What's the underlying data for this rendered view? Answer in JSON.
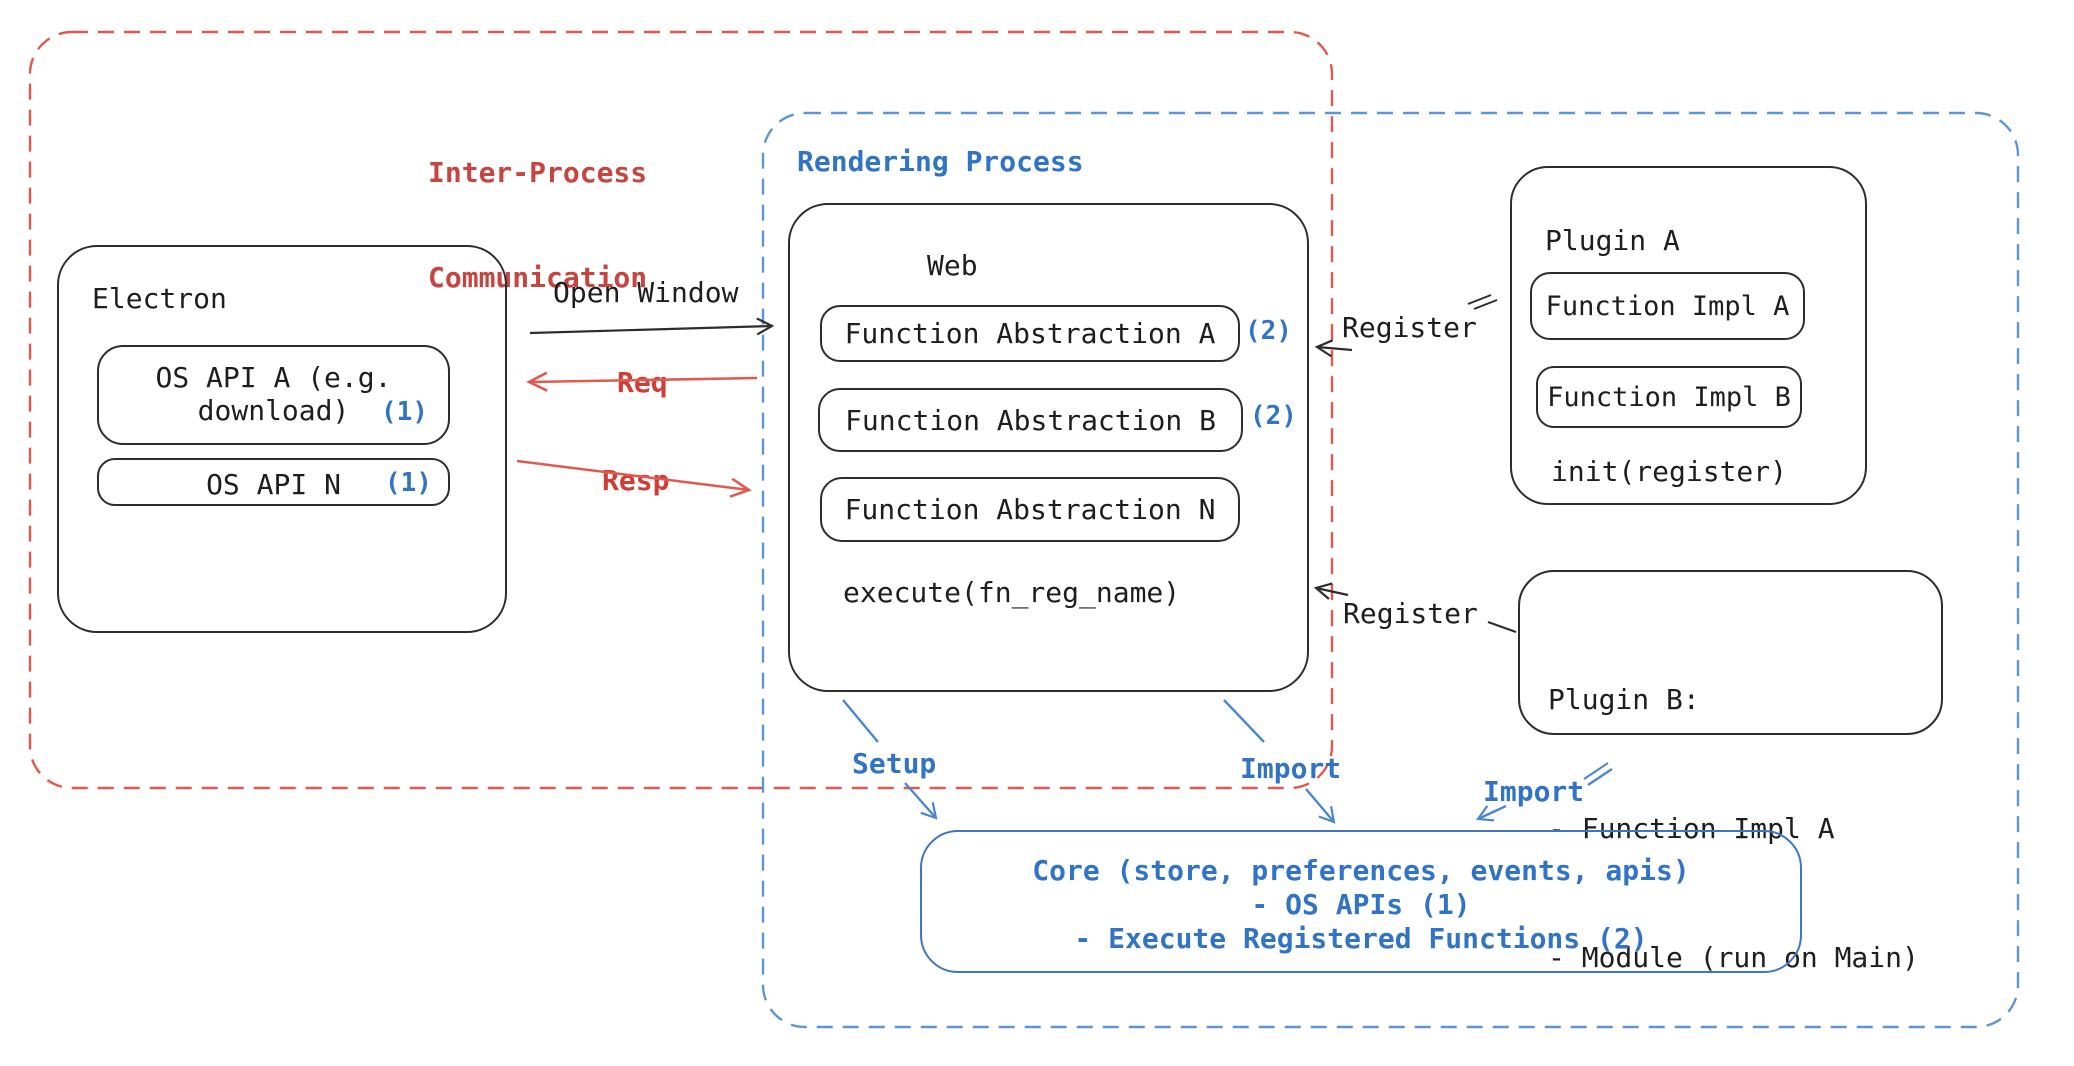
{
  "colors": {
    "ink_black": "#1e1e1e",
    "border_black": "#2d2d2d",
    "red_text": "#c64540",
    "red_dash": "#e2574d",
    "red_arrow": "#e05a50",
    "blue_text": "#3174c7",
    "blue_dash": "#5e95d8",
    "blue_border": "#4076c0",
    "blue_arrow": "#4a86d3"
  },
  "ipc_region": {
    "title_line1": "Inter-Process",
    "title_line2": "Communication"
  },
  "rendering_region": {
    "title": "Rendering Process"
  },
  "electron": {
    "title": "Electron",
    "os_api_a_line1": "OS API A (e.g.",
    "os_api_a_line2": "download)",
    "os_api_a_badge": "(1)",
    "os_api_n_label": "OS API N",
    "os_api_n_badge": "(1)"
  },
  "web": {
    "title": "Web",
    "fn_a_label": "Function Abstraction A",
    "fn_a_badge": "(2)",
    "fn_b_label": "Function Abstraction B",
    "fn_b_badge": "(2)",
    "fn_n_label": "Function Abstraction N",
    "execute_label": "execute(fn_reg_name)"
  },
  "plugin_a": {
    "title": "Plugin A",
    "impl_a_label": "Function Impl A",
    "impl_b_label": "Function Impl B",
    "init_label": "init(register)"
  },
  "plugin_b": {
    "line1": "Plugin B:",
    "line2": "- Function Impl A",
    "line3": "- Module (run on Main)"
  },
  "core": {
    "line1": "Core (store, preferences, events, apis)",
    "line2": "- OS APIs (1)",
    "line3": "- Execute Registered Functions (2)"
  },
  "arrows": {
    "open_window": "Open Window",
    "req": "Req",
    "resp": "Resp",
    "register_a": "Register",
    "register_b": "Register",
    "setup": "Setup",
    "import_web": "Import",
    "import_plugin_b": "Import"
  }
}
